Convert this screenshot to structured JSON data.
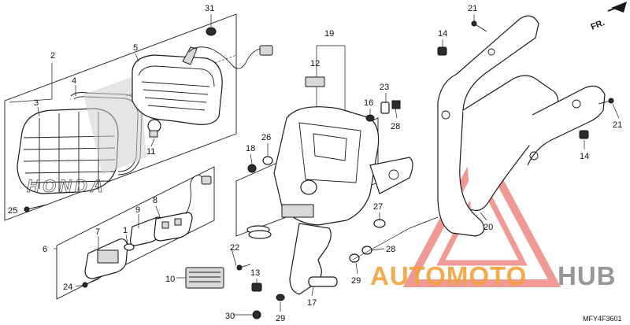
{
  "diagram_code": "MFY4F3601",
  "direction_label": "FR.",
  "brand_mark": "HONDA",
  "colors": {
    "watermark_red": "#e2493f",
    "watermark_orange": "#f2a23a",
    "watermark_grey": "#8c8c8c",
    "line": "#1a1a1a"
  },
  "watermark": {
    "part1": "AUTOMOTO",
    "part2": "HUB"
  },
  "callouts": [
    "31",
    "2",
    "5",
    "4",
    "3",
    "11",
    "25",
    "7",
    "8",
    "9",
    "1",
    "6",
    "24",
    "10",
    "19",
    "12",
    "18",
    "26",
    "16",
    "23",
    "28",
    "22",
    "13",
    "30",
    "29",
    "17",
    "27",
    "28",
    "29",
    "21",
    "14",
    "21",
    "14",
    "20"
  ]
}
